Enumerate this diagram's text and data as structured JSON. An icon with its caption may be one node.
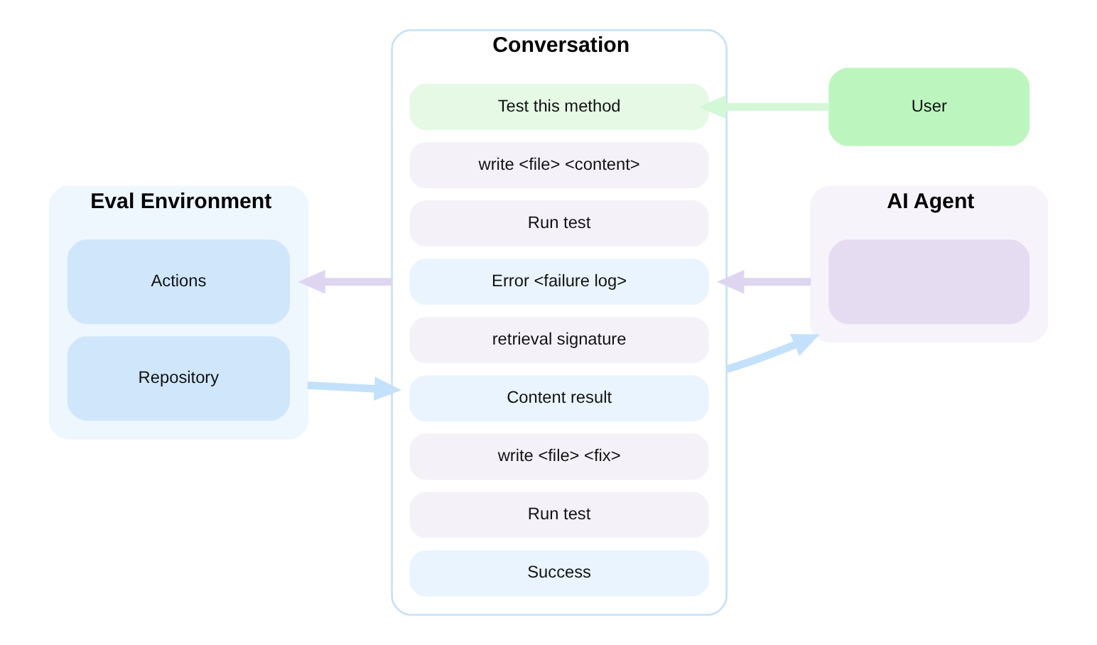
{
  "diagram": {
    "nodes": [
      {
        "text": [
          "Conversation"
        ]
      },
      {
        "text": [
          "Test this method"
        ],
        "in": 0
      },
      {
        "text": [
          "write <file> <content>"
        ],
        "in": 0
      },
      {
        "text": [
          "Run test"
        ],
        "in": 0
      },
      {
        "text": [
          "Error <failure log>"
        ],
        "in": 0
      },
      {
        "text": [
          "retrieval signature"
        ],
        "in": 0
      },
      {
        "text": [
          "Content result"
        ],
        "in": 0
      },
      {
        "text": [
          "write <file> <fix>"
        ],
        "in": 0
      },
      {
        "text": [
          "Run test"
        ],
        "in": 0
      },
      {
        "text": [
          "Success"
        ],
        "in": 0
      },
      {
        "text": [
          "User"
        ]
      },
      {
        "text": [
          "Eval Environment"
        ]
      },
      {
        "text": [
          "Actions"
        ],
        "in": 11
      },
      {
        "text": [
          "Repository"
        ],
        "in": 11
      },
      {
        "text": [
          "AI Agent"
        ]
      },
      {
        "text": [],
        "shape": "box",
        "in": 14
      }
    ],
    "edges": [
      {
        "from": 10,
        "to": 1,
        "arrow": "to",
        "color": "#d4f7d8"
      },
      {
        "from": 0,
        "to": 11,
        "arrow": "to",
        "color": "#ded6f0"
      },
      {
        "from": 11,
        "to": 0,
        "arrow": "to",
        "color": "#c3e1fb"
      },
      {
        "from": 14,
        "to": 0,
        "arrow": "to",
        "color": "#ded6f0"
      },
      {
        "from": 0,
        "to": 14,
        "arrow": "to",
        "color": "#c3e1fb"
      }
    ]
  }
}
